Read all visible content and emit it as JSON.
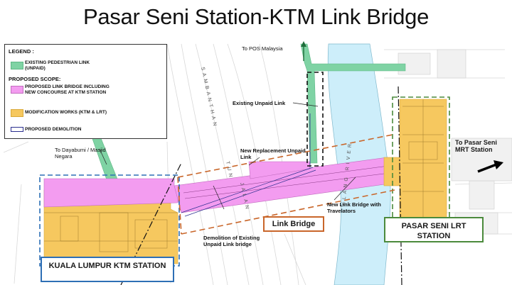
{
  "title": "Pasar Seni Station-KTM Link Bridge",
  "legend": {
    "heading": "LEGEND :",
    "existing_link": "EXISTING PEDESTRIAN LINK (UNPAID)",
    "proposed_scope": "PROPOSED SCOPE:",
    "proposed_bridge": "PROPOSED LINK BRIDGE INCLUDING NEW CONCOURSE AT KTM STATION",
    "modification": "MODIFICATION WORKS (KTM & LRT)",
    "demolition": "PROPOSED DEMOLITION"
  },
  "labels": {
    "to_pos": "To POS Malaysia",
    "existing_unpaid": "Existing Unpaid Link",
    "new_replacement": "New Replacement Unpaid Link",
    "to_dayabumi": "To Dayabumi / Masjid Negara",
    "to_pasar_seni_mrt": "To Pasar Seni MRT Station",
    "new_link_bridge": "New Link Bridge with Travelators",
    "demolition_existing": "Demolition of Existing Unpaid Link bridge",
    "link_bridge": "Link Bridge",
    "ktm_station": "KUALA LUMPUR KTM STATION",
    "lrt_station": "PASAR SENI LRT STATION",
    "street_sambanthan": "SAMBANTHAN",
    "street_tun": "TUN",
    "street_jalan": "JALAN",
    "river": "KLANG RIVER"
  },
  "colors": {
    "existing_link": "#7fd3a4",
    "proposed_bridge": "#f39cf0",
    "modification": "#f6c85f",
    "river": "#cdeefa",
    "ktm_box": "#2e6fb5",
    "lrt_box": "#4b8a3c",
    "link_box": "#c9662a"
  }
}
